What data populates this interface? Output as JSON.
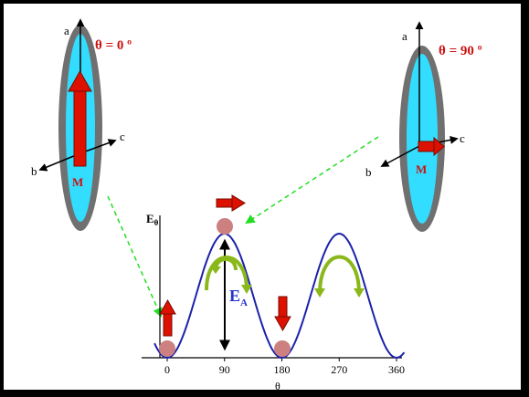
{
  "left_ellipsoid": {
    "angle_label": "θ = 0 º",
    "axis_a": "a",
    "axis_b": "b",
    "axis_c": "c",
    "moment_label": "M"
  },
  "right_ellipsoid": {
    "angle_label": "θ = 90 º",
    "axis_a": "a",
    "axis_b": "b",
    "axis_c": "c",
    "moment_label": "M"
  },
  "plot": {
    "y_label_main": "E",
    "y_label_sub": "θ",
    "x_label": "θ",
    "x_ticks": [
      "0",
      "90",
      "180",
      "270",
      "360"
    ],
    "barrier_main": "E",
    "barrier_sub": "A"
  },
  "colors": {
    "ellipsoid_fill": "#33ddff",
    "ellipsoid_rim": "#707070",
    "moment_arrow": "#dd1100",
    "curve": "#1a22aa",
    "green_arrow": "#8ab81a",
    "dashed_arrow": "#22dd22",
    "angle_label": "#cc1111",
    "barrier_label": "#2233cc",
    "ball": "#cc8080"
  },
  "icons": [
    "right-arrow-icon",
    "up-arrow-icon",
    "down-arrow-icon"
  ]
}
